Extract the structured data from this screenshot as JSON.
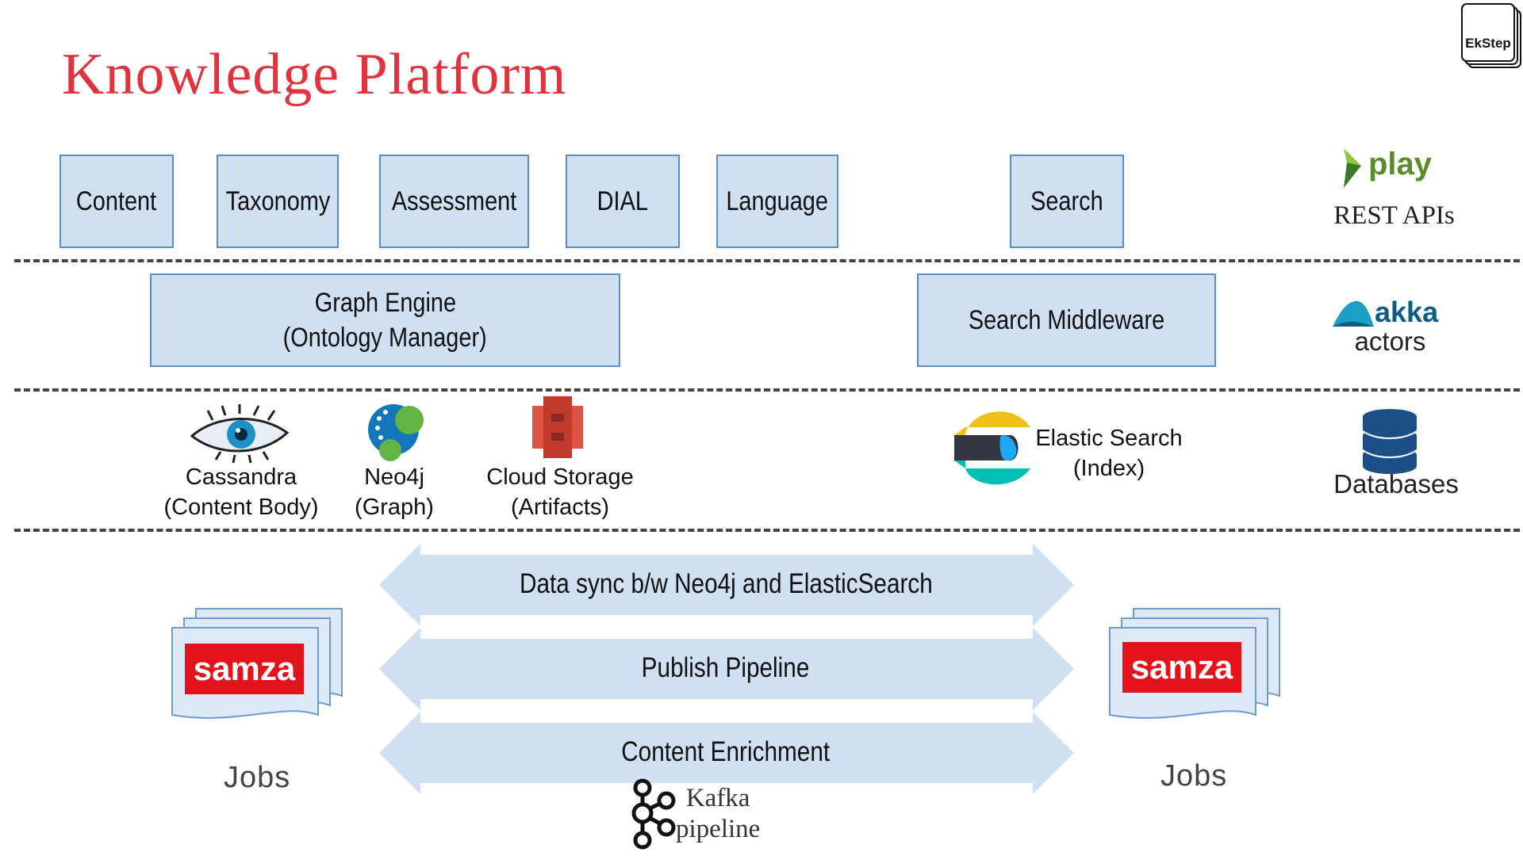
{
  "title": "Knowledge Platform",
  "badge": "EkStep",
  "api_boxes": [
    "Content",
    "Taxonomy",
    "Assessment",
    "DIAL",
    "Language",
    "Search"
  ],
  "rest": {
    "logo_text": "play",
    "label": "REST APIs"
  },
  "middle": {
    "graph_engine_line1": "Graph Engine",
    "graph_engine_line2": "(Ontology Manager)",
    "search_middleware": "Search Middleware"
  },
  "akka": {
    "logo_text": "akka",
    "label": "actors"
  },
  "stores": {
    "cassandra_1": "Cassandra",
    "cassandra_2": "(Content Body)",
    "neo4j_1": "Neo4j",
    "neo4j_2": "(Graph)",
    "cloud_1": "Cloud Storage",
    "cloud_2": "(Artifacts)",
    "elastic_1": "Elastic Search",
    "elastic_2": "(Index)",
    "databases": "Databases"
  },
  "pipelines": [
    "Data sync b/w Neo4j and ElasticSearch",
    "Publish Pipeline",
    "Content Enrichment"
  ],
  "samza": {
    "logo_text": "samza",
    "jobs": "Jobs"
  },
  "kafka": {
    "line1": "Kafka",
    "line2": "pipeline"
  },
  "colors": {
    "title": "#e0333d",
    "box_fill": "#cfe0f2",
    "box_border": "#5b8ec9",
    "samza_red": "#e3131b",
    "arrow_fill": "#cfe0f2"
  }
}
